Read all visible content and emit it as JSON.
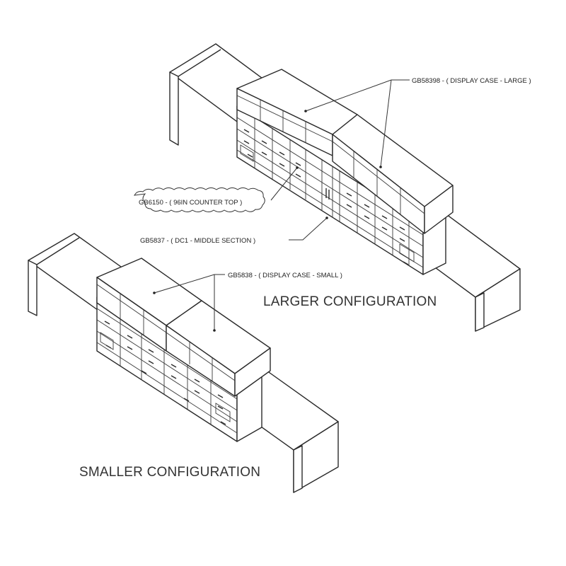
{
  "callouts": {
    "display_case_large": "GB58398 - ( DISPLAY CASE - LARGE )",
    "counter_top": "GB6150 - ( 96IN COUNTER TOP )",
    "middle_section": "GB5837 - ( DC1 - MIDDLE SECTION )",
    "display_case_small": "GB5838 - ( DISPLAY CASE - SMALL )"
  },
  "titles": {
    "larger": "LARGER CONFIGURATION",
    "smaller": "SMALLER CONFIGURATION"
  }
}
